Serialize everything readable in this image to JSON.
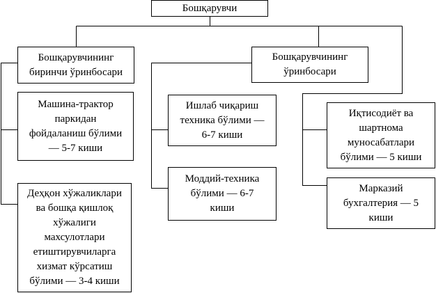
{
  "diagram": {
    "head": "Бошқарувчи",
    "first_deputy": "Бошқарувчининг\nбиринчи ўринбосари",
    "deputy": "Бошқарувчининг\nўринбосари",
    "departments": {
      "machine_tractor": "Машина-трактор\nпаркидан\nфойдаланиш бўлими\n— 5-7 киши",
      "farmers_service": "Деҳқон хўжаликлари\nва бошқа қишлоқ\nхўжалиги\nмахсулотлари\nетиштирувчиларга\nхизмат кўрсатиш\nбўлими — 3-4 киши",
      "production_tech": "Ишлаб чиқариш\nтехника бўлими —\n6-7 киши",
      "material_tech": "Моддий-техника\nбўлими — 6-7\nкиши",
      "economics_contracts": "Иқтисодиёт ва\nшартнома\nмуносабатлари\nбўлими — 5 киши",
      "central_accounting": "Марказий\nбухгалтерия — 5\nкиши"
    }
  }
}
